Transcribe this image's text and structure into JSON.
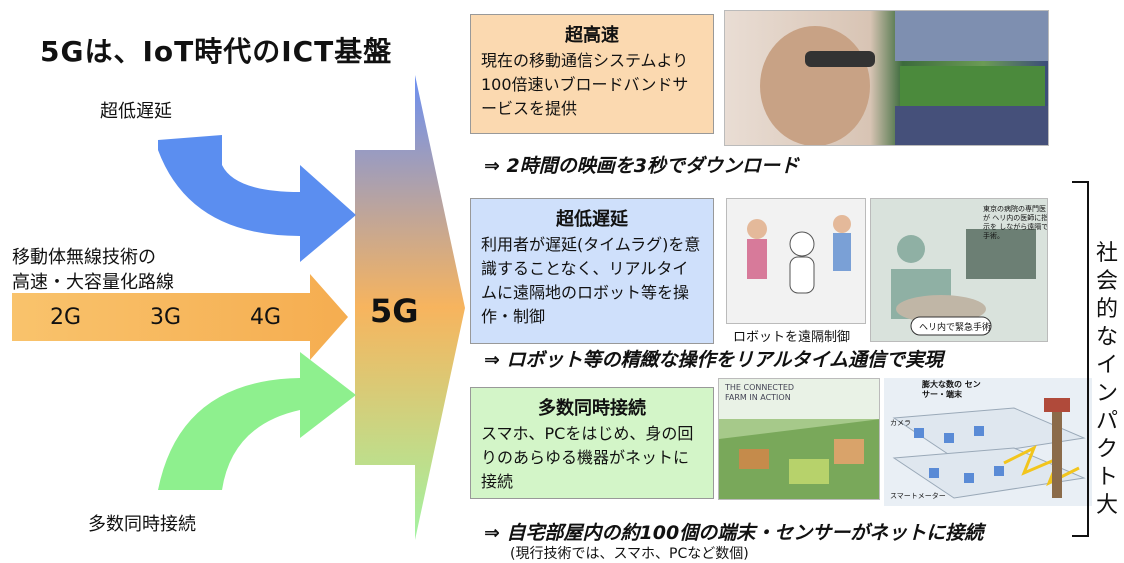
{
  "title": "5Gは、IoT時代のICT基盤",
  "left": {
    "top_label": "超低遅延",
    "mid_label_1": "移動体無線技術の",
    "mid_label_2": "高速・大容量化路線",
    "generations": [
      "2G",
      "3G",
      "4G"
    ],
    "bottom_label": "多数同時接続",
    "center": "5G"
  },
  "features": [
    {
      "heading": "超高速",
      "body": "現在の移動通信システムより100倍速いブロードバンドサービスを提供",
      "result": "⇒ 2時間の映画を3秒でダウンロード"
    },
    {
      "heading": "超低遅延",
      "body": "利用者が遅延(タイムラグ)を意識することなく、リアルタイムに遠隔地のロボット等を操作・制御",
      "caption": "ロボットを遠隔制御",
      "result": "⇒ ロボット等の精緻な操作をリアルタイム通信で実現"
    },
    {
      "heading": "多数同時接続",
      "body": "スマホ、PCをはじめ、身の回りのあらゆる機器がネットに接続",
      "result": "⇒ 自宅部屋内の約100個の端末・センサーがネットに接続",
      "note": "(現行技術では、スマホ、PCなど数個)"
    }
  ],
  "impact": "社会的なインパクト大",
  "illustration_text": {
    "farm": "THE CONNECTED FARM IN ACTION",
    "sensor_title": "膨大な数の センサー・端末",
    "camera": "カメラ",
    "meter": "スマートメーター",
    "heli_note": "東京の病院の専門医が ヘリ内の医師に指示を しながら遠隔で手術。",
    "heli_caption": "ヘリ内で緊急手術"
  },
  "colors": {
    "orange": "#f7b45e",
    "blue": "#5b8ef0",
    "green": "#8ef08e",
    "box1": "#fbd9b0",
    "box2": "#cfe0fb",
    "box3": "#d3f5c8"
  }
}
